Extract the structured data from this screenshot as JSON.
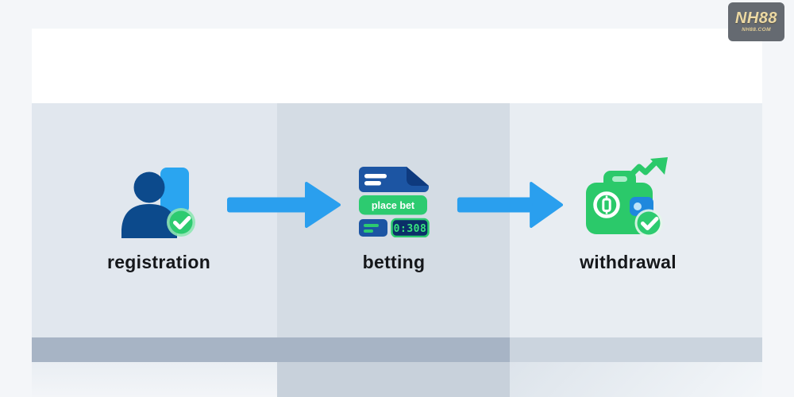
{
  "watermark": {
    "title": "NH88",
    "subtitle": "NH88.COM"
  },
  "steps": [
    {
      "label": "registration",
      "icon": "user-card-check-icon"
    },
    {
      "label": "betting",
      "icon": "bet-slip-icon",
      "button_label": "place bet",
      "timer_value": "0:308"
    },
    {
      "label": "withdrawal",
      "icon": "wallet-profit-check-icon"
    }
  ],
  "colors": {
    "accent_blue": "#2a9fee",
    "navy": "#0c4a8c",
    "sky_blue": "#2aa5f0",
    "green": "#2dcb70",
    "slip_blue": "#1c55a3",
    "slip_fold": "#0e3a7e",
    "timer_bg": "#0b2f68",
    "timer_green": "#38e47e",
    "gold": "#ecd9a4"
  }
}
